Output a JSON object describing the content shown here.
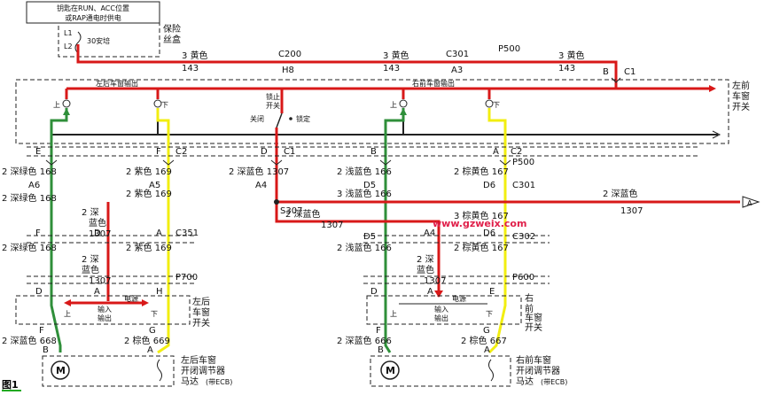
{
  "colors": {
    "red": "#d81818",
    "green": "#2f8f3a",
    "yellow": "#f2ee10",
    "black": "#222222"
  },
  "power_note": [
    "钥匙在RUN、ACC位置",
    "或RAP通电时供电"
  ],
  "fuse": {
    "l1": "L1",
    "l2": "L2",
    "rating": "30安培",
    "title": [
      "保险",
      "丝盒"
    ]
  },
  "top_wire": {
    "segments": [
      {
        "gauge": "3",
        "color": "黄色",
        "circuit": "143"
      },
      {
        "gauge": "3",
        "color": "黄色",
        "circuit": "143"
      },
      {
        "gauge": "3",
        "color": "黄色",
        "circuit": "143"
      }
    ],
    "c200": {
      "name": "C200",
      "pin": "H8"
    },
    "c301": {
      "name": "C301",
      "pin": "A3"
    },
    "p500": "P500",
    "c1_pin": "B",
    "c1_name": "C1"
  },
  "master_switch": {
    "title": [
      "左前",
      "车窗",
      "开关"
    ],
    "left_out": "左后车窗输出",
    "right_out": "右前车窗输出",
    "lock": {
      "title": [
        "锁止",
        "开关"
      ],
      "close": "关闭",
      "lock": "锁定"
    },
    "up": "上",
    "down": "下"
  },
  "connectors": {
    "c2_left": {
      "pins": [
        "E",
        "F"
      ],
      "name": "C2"
    },
    "c1_mid": {
      "pin": "D",
      "name": "C1"
    },
    "c2_right": {
      "pins": [
        "B",
        "A"
      ],
      "name": "C2"
    },
    "p500": "P500"
  },
  "wires_row1": [
    {
      "text": "2  深绿色  168"
    },
    {
      "text": "2  紫色  169"
    },
    {
      "text": "2  深蓝色  1307"
    },
    {
      "text": "2  浅蓝色  166"
    },
    {
      "text": "2  棕黄色  167"
    }
  ],
  "splices": {
    "a6": "A6",
    "a5": "A5",
    "a4": "A4",
    "d5": "D5",
    "d6": "D6",
    "c301": "C301",
    "s307": "S307"
  },
  "wires_row2": [
    {
      "text": "2  深绿色  168"
    },
    {
      "text": "2  紫色  169"
    },
    {
      "text": "3  浅蓝色  166"
    }
  ],
  "rear_feed": {
    "gauge": "2",
    "color_a": "深",
    "color_b": "蓝色",
    "circuit": "1307"
  },
  "mid_feed": {
    "text": "2  深蓝色",
    "circuit": "1307"
  },
  "a_out": {
    "text": "2  深蓝色",
    "circuit": "1307",
    "ref": "A"
  },
  "c351": {
    "pins": [
      "F",
      "D",
      "A"
    ],
    "name": "C351"
  },
  "c302": {
    "pins": [
      "D5",
      "A4",
      "D6"
    ],
    "name": "C302"
  },
  "wires_row3_left": [
    {
      "text": "2  深绿色  168"
    },
    {
      "text": "2  紫色  169"
    }
  ],
  "wires_row3_right": [
    {
      "text": "3  棕黄色  167"
    },
    {
      "text": "2  浅蓝色  166"
    },
    {
      "text": "2  棕黄色  167"
    }
  ],
  "p700": {
    "pins": [
      "D",
      "A",
      "H"
    ],
    "name": "P700"
  },
  "p600": {
    "pins": [
      "D",
      "A",
      "E"
    ],
    "name": "P600"
  },
  "left_rear_switch": {
    "title": [
      "左后",
      "车窗",
      "开关"
    ],
    "power": "电源",
    "io": [
      "输入",
      "输出"
    ],
    "up": "上",
    "down": "下"
  },
  "right_front_switch": {
    "title": [
      "右",
      "前",
      "车窗",
      "开关"
    ],
    "power": "电源",
    "io": [
      "输入",
      "输出"
    ],
    "up": "上",
    "down": "下"
  },
  "motor_left": {
    "pins": [
      "F",
      "G",
      "B",
      "A"
    ],
    "wires": [
      "2  深蓝色  668",
      "2  棕色  669"
    ],
    "label": "M",
    "title": [
      "左后车窗",
      "开闭调节器",
      "马达"
    ],
    "ecb": "(带ECB)"
  },
  "motor_right": {
    "pins": [
      "F",
      "G",
      "B",
      "A"
    ],
    "wires": [
      "2  深蓝色  666",
      "2  棕色  667"
    ],
    "label": "M",
    "title": [
      "右前车窗",
      "开闭调节器",
      "马达"
    ],
    "ecb": "(带ECB)"
  },
  "watermark": "www.gzweix.com",
  "figure_label": "图1"
}
